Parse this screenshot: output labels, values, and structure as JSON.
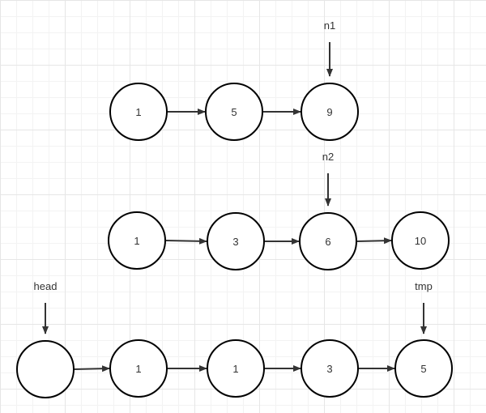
{
  "pointers": {
    "n1": "n1",
    "n2": "n2",
    "head": "head",
    "tmp": "tmp"
  },
  "lists": {
    "list1": [
      "1",
      "5",
      "9"
    ],
    "list2": [
      "1",
      "3",
      "6",
      "10"
    ],
    "merged": [
      "",
      "1",
      "1",
      "3",
      "5"
    ]
  },
  "colors": {
    "stroke": "#000000",
    "arrow": "#333333",
    "node_fill": "#ffffff",
    "text": "#333333"
  }
}
